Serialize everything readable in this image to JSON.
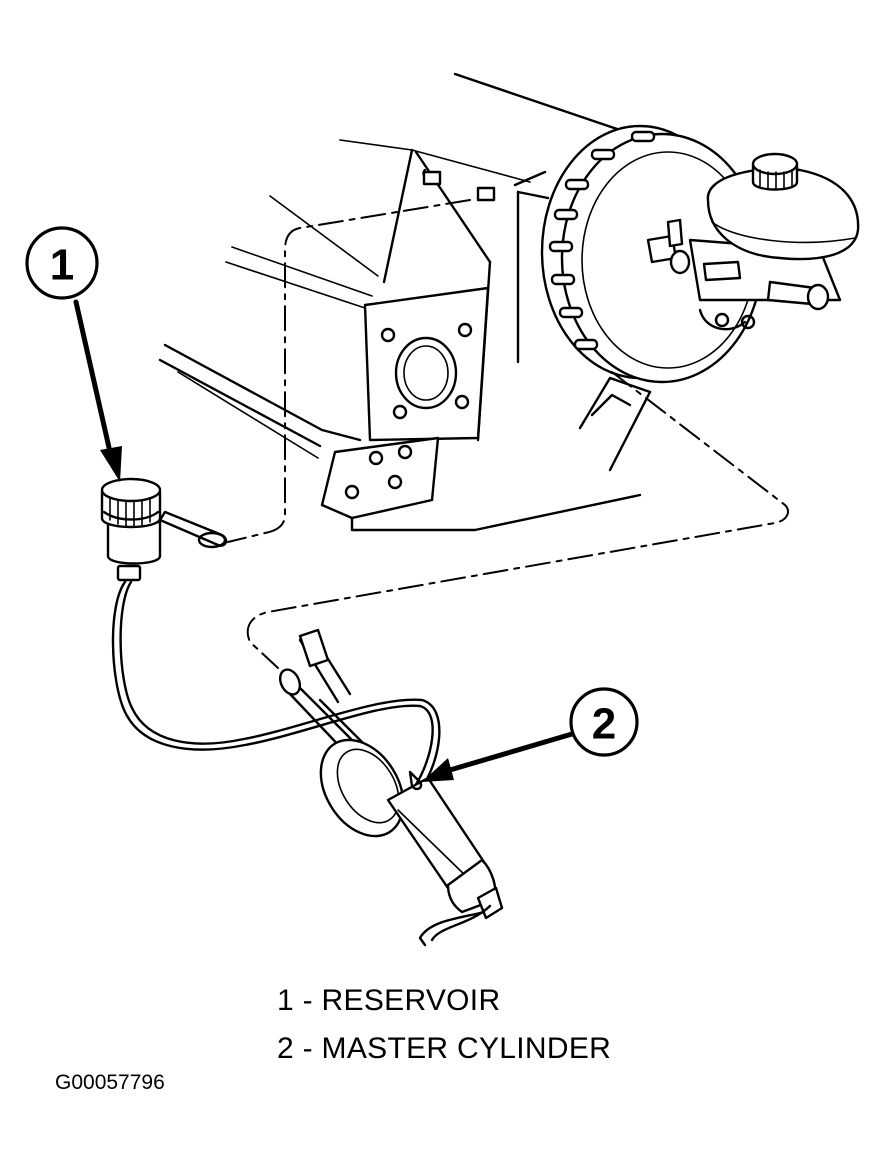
{
  "callouts": [
    {
      "label": "1"
    },
    {
      "label": "2"
    }
  ],
  "legend": [
    {
      "text": "1 - RESERVOIR"
    },
    {
      "text": "2 - MASTER CYLINDER"
    }
  ],
  "figure_id": "G00057796"
}
